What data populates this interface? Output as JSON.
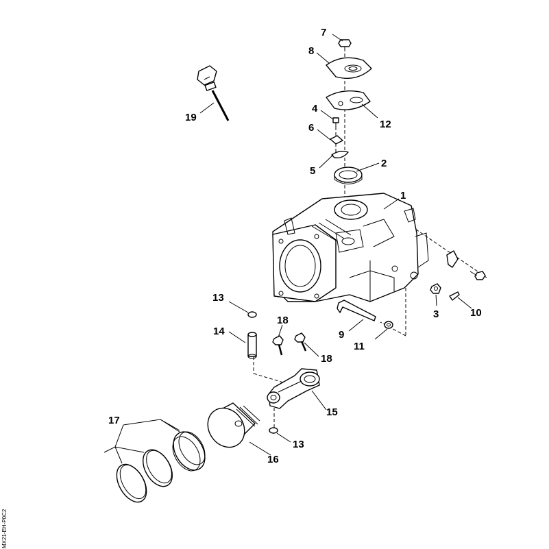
{
  "callouts": {
    "c1": "1",
    "c2": "2",
    "c3": "3",
    "c4": "4",
    "c5": "5",
    "c6": "6",
    "c7": "7",
    "c8": "8",
    "c9": "9",
    "c10": "10",
    "c11": "11",
    "c12": "12",
    "c13a": "13",
    "c13b": "13",
    "c14": "14",
    "c15": "15",
    "c16": "16",
    "c17": "17",
    "c18a": "18",
    "c18b": "18",
    "c19": "19"
  },
  "figure_code": "MX21-EH-P0C2"
}
